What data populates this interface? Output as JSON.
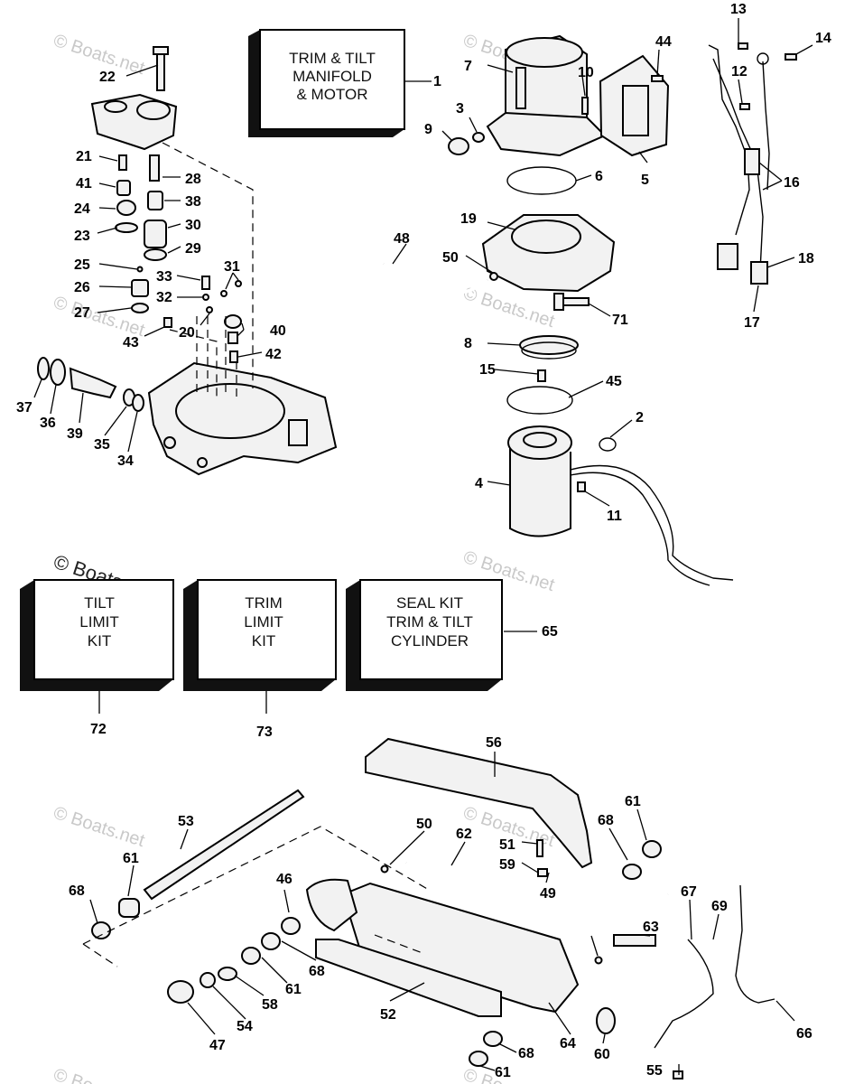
{
  "boxes": {
    "trim_tilt_manifold": [
      "TRIM & TILT",
      "MANIFOLD",
      "& MOTOR"
    ],
    "tilt_limit_kit": [
      "TILT",
      "LIMIT",
      "KIT"
    ],
    "trim_limit_kit": [
      "TRIM",
      "LIMIT",
      "KIT"
    ],
    "seal_kit": [
      "SEAL KIT",
      "TRIM & TILT",
      "CYLINDER"
    ]
  },
  "callouts": [
    "1",
    "2",
    "3",
    "4",
    "5",
    "6",
    "7",
    "8",
    "9",
    "10",
    "11",
    "12",
    "13",
    "14",
    "15",
    "16",
    "17",
    "18",
    "19",
    "20",
    "21",
    "22",
    "23",
    "24",
    "25",
    "26",
    "27",
    "28",
    "29",
    "30",
    "31",
    "32",
    "33",
    "34",
    "35",
    "36",
    "37",
    "38",
    "39",
    "40",
    "41",
    "42",
    "43",
    "44",
    "45",
    "46",
    "47",
    "48",
    "49",
    "50",
    "50",
    "51",
    "52",
    "53",
    "54",
    "55",
    "56",
    "58",
    "59",
    "60",
    "61",
    "61",
    "61",
    "61",
    "62",
    "63",
    "64",
    "65",
    "66",
    "67",
    "68",
    "68",
    "68",
    "68",
    "69",
    "71",
    "72",
    "73"
  ],
  "watermark": "© Boats.net"
}
